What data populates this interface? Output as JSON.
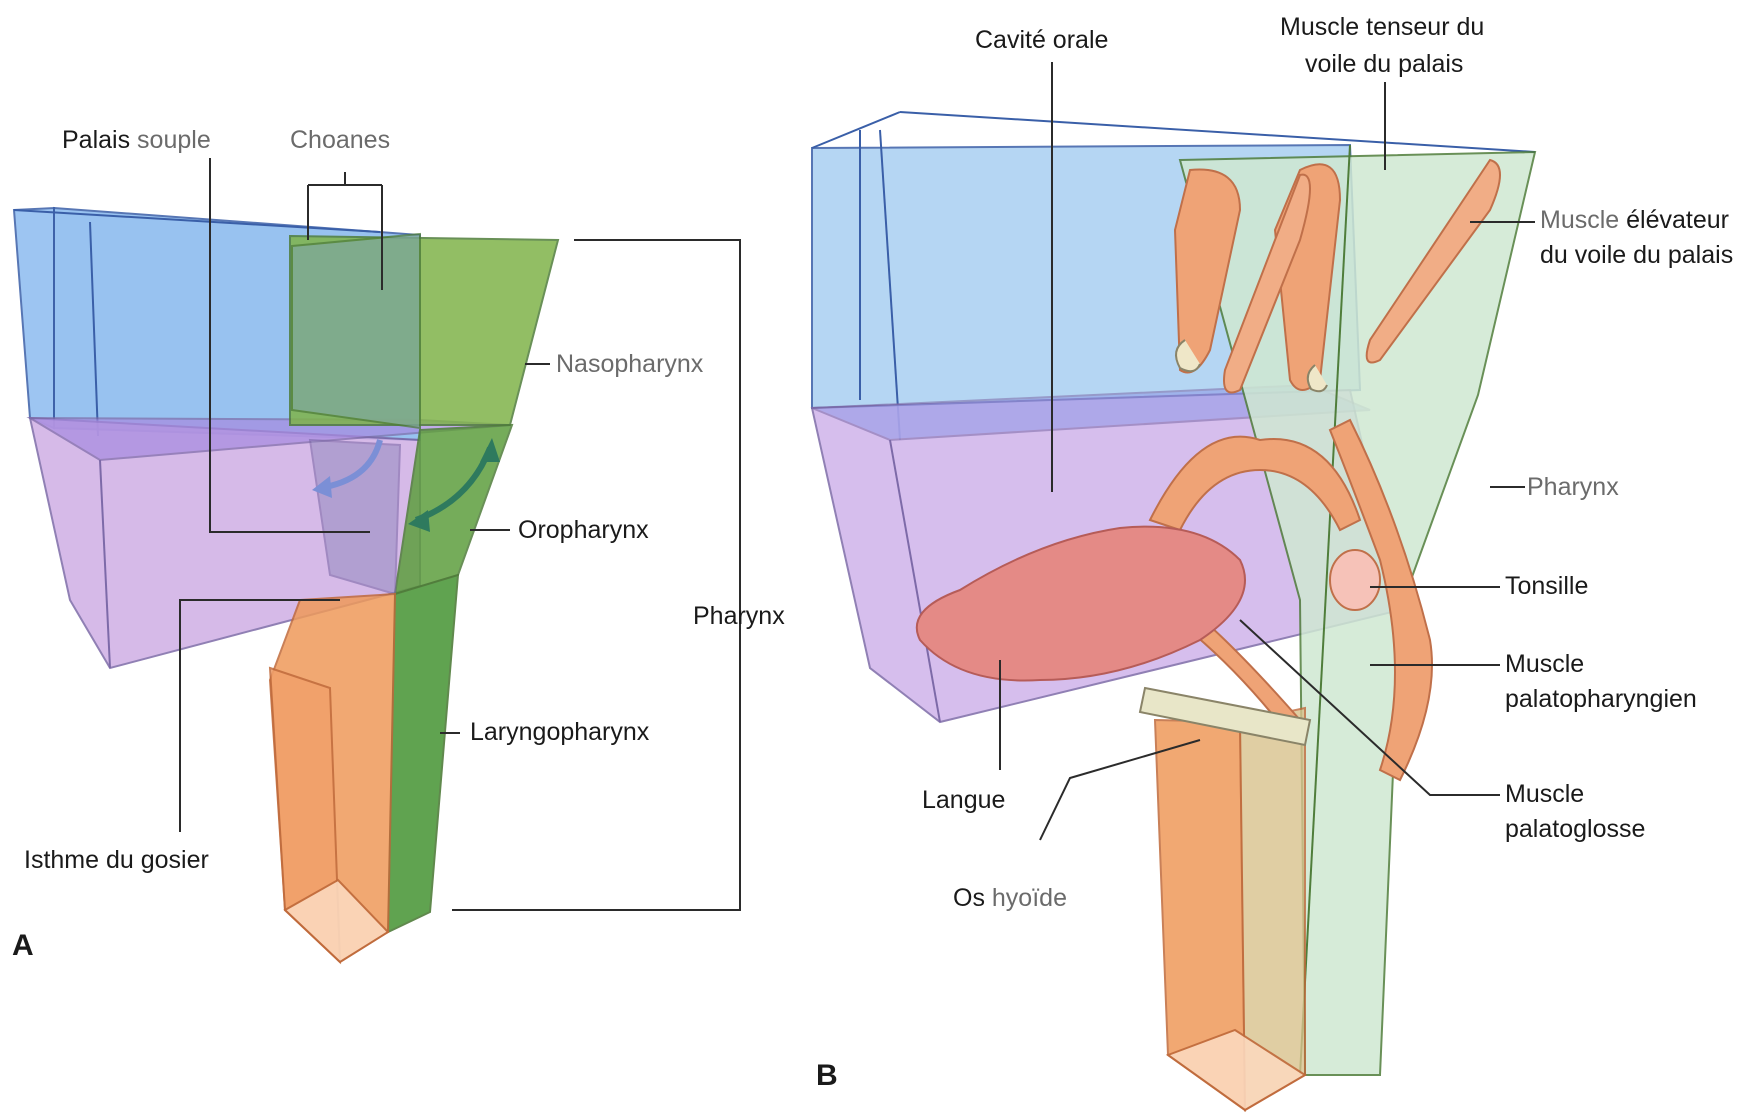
{
  "panels": {
    "a": "A",
    "b": "B"
  },
  "panel_a": {
    "palais_souple": {
      "bold": "Palais",
      "light": "souple"
    },
    "choanes": "Choanes",
    "nasopharynx": "Nasopharynx",
    "oropharynx": "Oropharynx",
    "pharynx": "Pharynx",
    "laryngopharynx": "Laryngopharynx",
    "isthme": "Isthme du gosier"
  },
  "panel_b": {
    "cavite_orale": "Cavité orale",
    "tenseur": {
      "line1": "Muscle tenseur du",
      "line2": "voile du palais"
    },
    "elevateur": {
      "light": "Muscle",
      "bold": "élévateur",
      "line2": "du voile du palais"
    },
    "pharynx": "Pharynx",
    "tonsille": "Tonsille",
    "palatopharyngien": {
      "line1": "Muscle",
      "line2": "palatopharyngien"
    },
    "palatoglosse": {
      "line1": "Muscle",
      "line2": "palatoglosse"
    },
    "langue": "Langue",
    "os_hyoide": {
      "bold": "Os",
      "light": "hyoïde"
    }
  },
  "colors": {
    "oral_cavity_blue": "#7fb3ea",
    "oral_cavity_purple": "#c9a6e0",
    "nasopharynx_green": "#7fb34a",
    "laryngopharynx_green": "#4f9a3e",
    "larynx_orange": "#ef9a5a",
    "muscle": "#efa376",
    "tongue": "#e48a86",
    "pharynx_pale_green": "#cfe8d2",
    "arrow_blue": "#7b8fd6",
    "arrow_teal": "#2e7a5e"
  }
}
